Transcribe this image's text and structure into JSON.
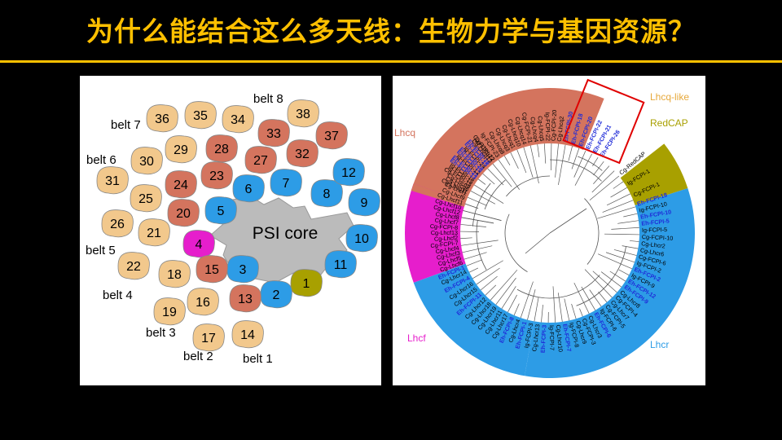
{
  "title": "为什么能结合这么多天线：生物力学与基因资源？",
  "left": {
    "core_label": "PSI core",
    "belts": [
      "belt 1",
      "belt 2",
      "belt 3",
      "belt 4",
      "belt 5",
      "belt 6",
      "belt 7",
      "belt 8"
    ],
    "subunits": [
      "1",
      "2",
      "3",
      "4",
      "5",
      "6",
      "7",
      "8",
      "9",
      "10",
      "11",
      "12",
      "13",
      "14",
      "15",
      "16",
      "17",
      "18",
      "19",
      "20",
      "21",
      "22",
      "23",
      "24",
      "25",
      "26",
      "27",
      "28",
      "29",
      "30",
      "31",
      "32",
      "33",
      "34",
      "35",
      "36",
      "37",
      "38"
    ]
  },
  "right": {
    "clades": [
      "Lhcq-like",
      "RedCAP",
      "Lhcq",
      "Lhcf",
      "Lhcr"
    ],
    "leaves": {
      "lhcq_top": [
        "Cg-FCPI-22",
        "Ig-FCPI-23",
        "Cg-Lhcq8",
        "Cg-Lhcq3",
        "Cg-Lhcq1",
        "Cg-Lhcq10",
        "Cg-Lhcq14",
        "Cg-FCPI-21",
        "Cg-Lhcq4",
        "Cg-Lhcq5",
        "Ig-FCPI-22",
        "Cg-FCPI-20",
        "Cg-Lhcq2"
      ],
      "highlight": [
        "Eh-FCPI-30",
        "Eh-FCPI-18",
        "Eh-FCPI-20",
        "Eh-FCPI-22",
        "Eh-FCPI-21",
        "Eh-FCPI-26"
      ],
      "redcap": [
        "Cg-RedCAP",
        "Ig-FCPI-1",
        "Cg-FCPI-1"
      ],
      "lhcr": [
        "Eh-FCPI-18",
        "Ig-FCPI-10",
        "Eh-FCPI-10",
        "Eh-FCPI-5",
        "Ig-FCPI-5",
        "Cg-FCPI-10",
        "Cg-Lhcr2",
        "Cg-Lhcr6",
        "Cg-FCPI-6",
        "Ig-FCPI-2",
        "Eh-FCPI-2",
        "Ig-FCPI-9",
        "Eh-FCPI-12",
        "Eh-FCPI-9",
        "Cg-Lhcr8",
        "Cg-FCPI-4",
        "Cg-Lhcr7",
        "Cg-FCPI-5",
        "Ig-FCPI-6",
        "Eh-FCPI-6",
        "Cg-Lhcr3",
        "Cg-FCPI-3",
        "Cg-Lhcr9",
        "Ig-FCPI-8",
        "Eh-FCPI-7",
        "Cg-Lhcr10",
        "Ig-FCPI-7",
        "Eh-FCPI-3",
        "Cg-Lhcr13",
        "Ig-FCPI-3",
        "Eh-FCPI-1",
        "Cg-Lhcr4",
        "Eh-FCPI-8",
        "Cg-Lhcr17",
        "Cg-Lhcr11",
        "Cg-Lhcr19",
        "Cg-Lhcr18",
        "Cg-Lhcr12",
        "Eh-FCPI-11",
        "Cg-Lhcr15",
        "Cg-Lhcr16",
        "Eh-FCPI-4",
        "Cg-Lhcr14"
      ],
      "lhcf": [
        "Eh-FCPI-1",
        "Cg-Lhcf6",
        "Cg-Lhcf5",
        "Cg-Lhcf3",
        "Cg-Lhcf4",
        "Cg-FCPI-7",
        "Cg-Lhcf2",
        "Cg-Lhcf13",
        "Cg-FCPI-8",
        "Cg-Lhcf7",
        "Cg-Lhcf8",
        "Cg-Lhcf12",
        "Cg-Lhcf10",
        "Cg-Lhcf11",
        "Cg-Lhcf9",
        "Cg-Lhcf1"
      ],
      "lhcq_left": [
        "Cg-Lhcq11",
        "Cg-Lhcq6",
        "Cg-Lhcq9",
        "Cg-FCPI-15",
        "Ig-FCPI-15",
        "Ig-FCPI-14",
        "Eh-FCPI-13",
        "Eh-FCPI-23",
        "Ig-FCPI-12",
        "Eh-FCPI-19",
        "Eh-FCPI-24",
        "Ig-FCPI-24",
        "Eh-FCPI-15",
        "Eh-FCPI-16",
        "Cg-Lhcq13",
        "Cg-Lhcq12"
      ]
    }
  },
  "colors": {
    "title": "#ffc000",
    "tan": "#f2c88c",
    "salmon": "#d4745e",
    "blue": "#2d9ce6",
    "magenta": "#e61ecc",
    "olive": "#a8a000",
    "core": "#bbbbbb",
    "lhcq_label": "#d4745e",
    "lhcqlike_label": "#e7a93c",
    "redcap_label": "#a8a000",
    "lhcf_label": "#e61ecc",
    "lhcr_label": "#2d9ce6",
    "highlight_text": "#1f2bd8",
    "box": "#e00000"
  }
}
